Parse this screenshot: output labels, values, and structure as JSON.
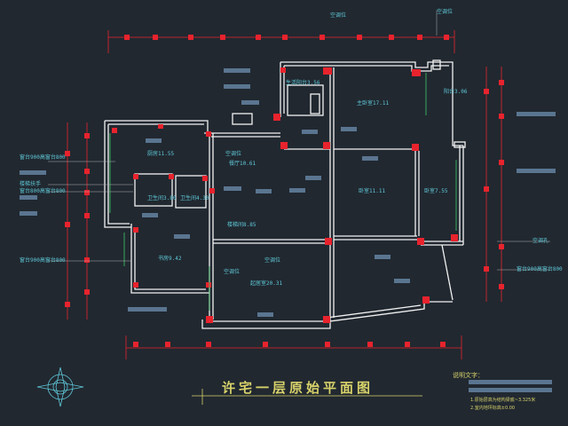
{
  "drawing": {
    "title": "许宅一层原始平面图",
    "notes_title": "说明文字：",
    "notes": [
      "1.原始层高为结构梁底~3.325米",
      "2.室内地坪标高±0.00"
    ],
    "colors": {
      "background": "#212830",
      "wall": "#f2f2f2",
      "dimension": "#e8232d",
      "text": "#5fc8d8",
      "annotation": "#d8d26a",
      "tag": "#5a7590"
    }
  },
  "rooms": {
    "balcony_top": "生活阳台3.56",
    "bedroom_master": "主卧室17.11",
    "kitchen": "厨房11.55",
    "dining": "餐厅10.61",
    "bathroom1": "卫生间3.80",
    "bathroom2": "卫生间4.30",
    "bedroom2": "卧室11.11",
    "bedroom3": "卧室7.55",
    "stairs": "楼梯间8.85",
    "study": "书房9.42",
    "living": "起居室20.31",
    "label_kongtiao": "空调位",
    "label_kongtiao2": "空调位",
    "label_yangtai": "阳台3.06",
    "label_kongtiao3": "空调位"
  },
  "side_labels": {
    "left": [
      "窗台900高窗台800",
      "楼梯扶手",
      "窗台800高窗台800",
      "窗台900高窗台800"
    ],
    "right": [
      "空调孔",
      "窗台900高窗台800"
    ]
  },
  "top_labels": [
    "空调位",
    "空调位"
  ]
}
